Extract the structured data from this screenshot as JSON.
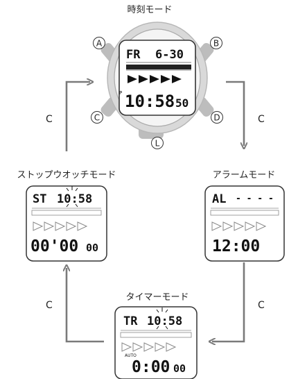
{
  "modes": {
    "timekeeping": {
      "title": "時刻モード",
      "day": "FR",
      "date": "6-30",
      "pm": "P",
      "time": "10:58",
      "seconds": "50"
    },
    "alarm": {
      "title": "アラームモード",
      "label": "AL",
      "dashes": "- - - -",
      "time": "12:00"
    },
    "timer": {
      "title": "タイマーモード",
      "label": "TR",
      "clock": "10:58",
      "auto": "AUTO",
      "time": "0:00",
      "hundredths": "00"
    },
    "stopwatch": {
      "title": "ストップウオッチモード",
      "label": "ST",
      "clock": "10:58",
      "time": "00'00",
      "hundredths": "00"
    }
  },
  "buttons": {
    "a": "A",
    "b": "B",
    "c": "C",
    "d": "D",
    "l": "L"
  },
  "arrows": {
    "right": "C",
    "bottom": "C",
    "left_lower": "C",
    "left_upper": "C"
  },
  "colors": {
    "arrow": "#7a7a7a",
    "case": "#d6d6d6",
    "button": "#bdbdbd",
    "lcd_ink": "#111111"
  }
}
